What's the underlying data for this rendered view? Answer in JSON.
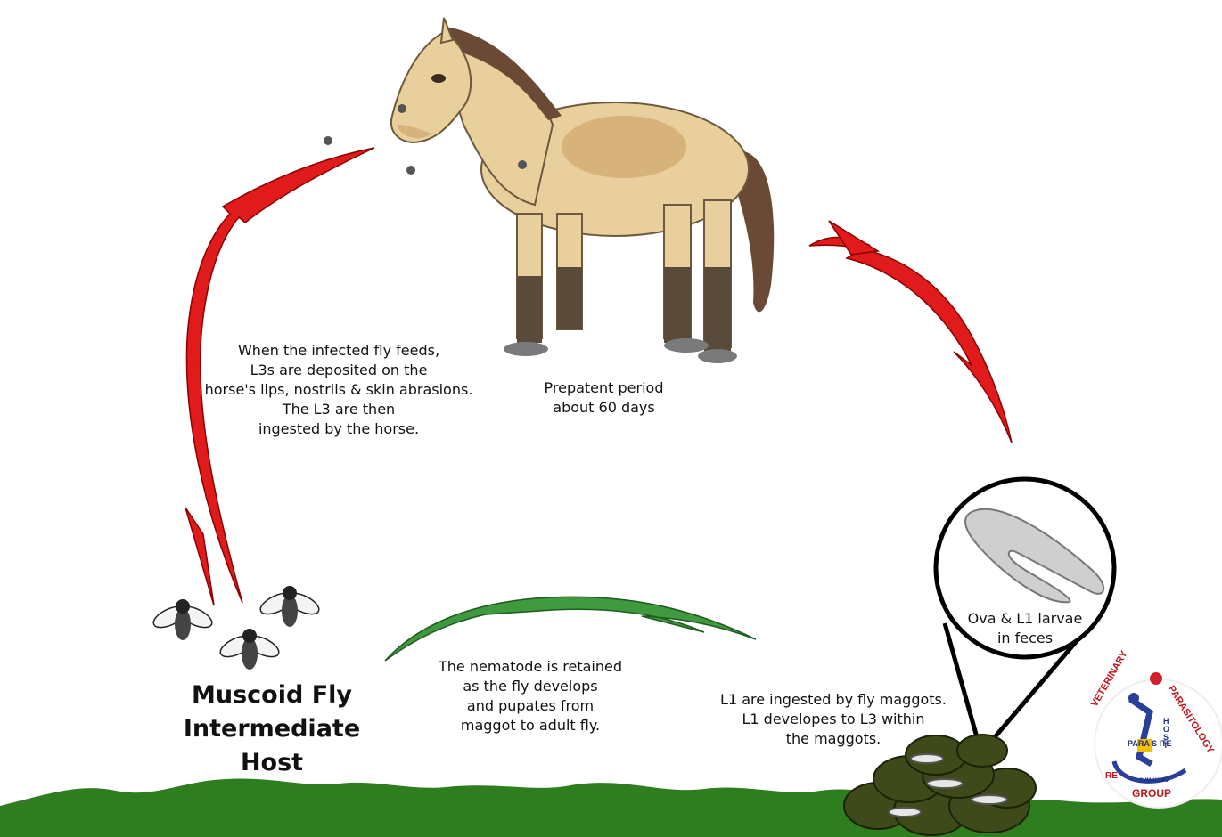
{
  "texts": {
    "fly_feeds": [
      "When the infected fly feeds,",
      "L3s are deposited on the",
      "horse's lips, nostrils & skin abrasions.",
      "The L3 are then",
      "ingested by the horse."
    ],
    "prepatent": [
      "Prepatent period",
      "about 60 days"
    ],
    "ova_label": [
      "Ova & L1 larvae",
      "in feces"
    ],
    "maggots_note": [
      "L1 are ingested by fly maggots.",
      "L1 developes to L3 within",
      "the maggots."
    ],
    "nematode_note": [
      "The nematode is retained",
      "as the fly develops",
      "and pupates from",
      "maggot to adult fly."
    ],
    "host_title": [
      "Muscoid Fly",
      "Intermediate",
      "Host"
    ]
  },
  "logo": {
    "ring_top_left": "VETERINARY",
    "ring_right": "PARASITOLOGY",
    "ring_bottom": "GROUP",
    "center": "PARA S ITE",
    "host_letters": "HOST",
    "small": "CVM-KOBU",
    "letters_left": "RE"
  },
  "colors": {
    "arrow_red": "#e11b1b",
    "arrow_green": "#3f9a3f",
    "ground": "#2e7d1e",
    "feces": "#3e4a1a",
    "horse_body": "#e9cf9c",
    "mane": "#6a4a34"
  }
}
